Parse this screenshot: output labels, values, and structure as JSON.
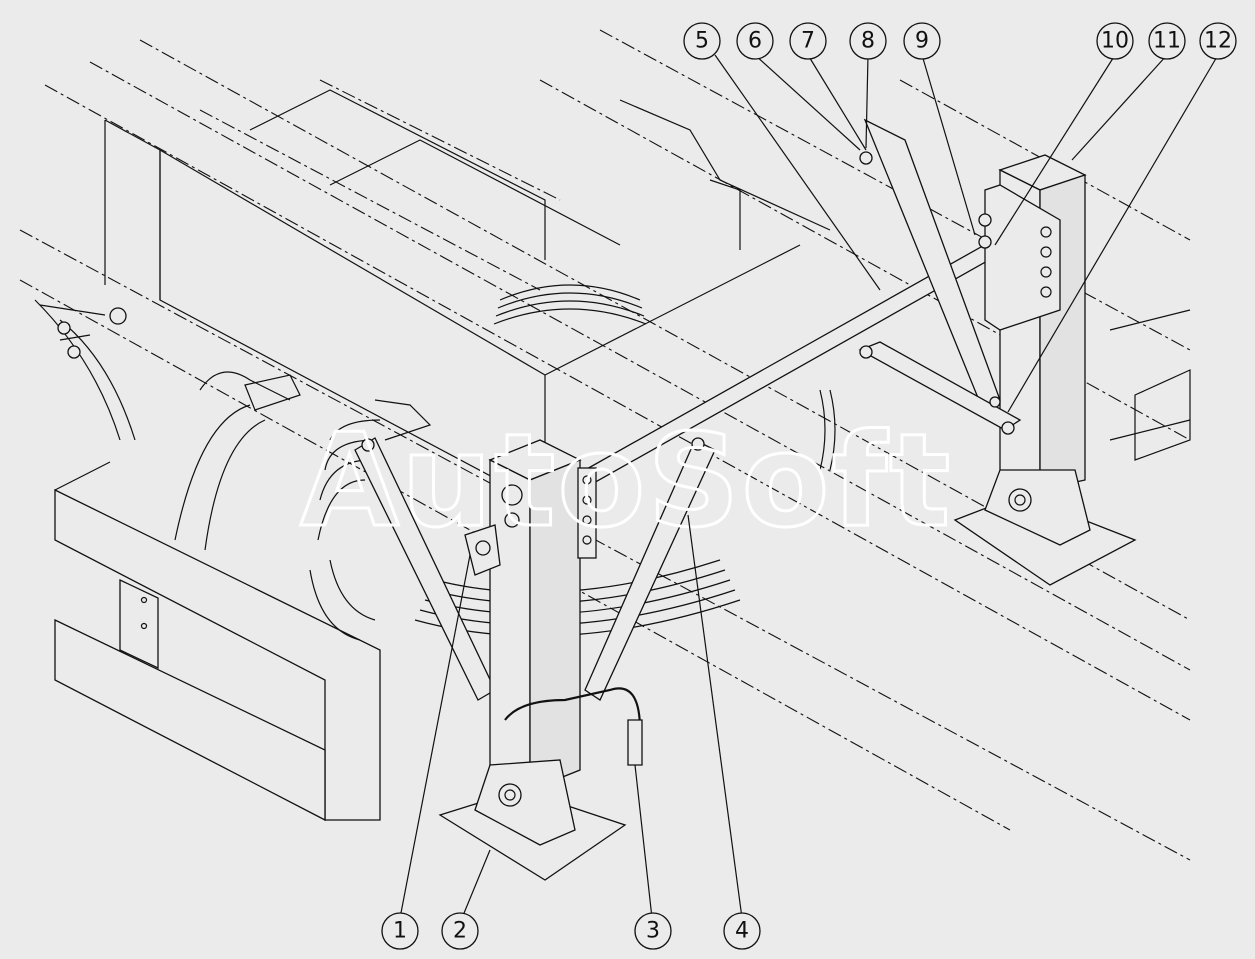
{
  "watermark": "AutoSoft",
  "callouts": [
    {
      "id": "callout-1",
      "label": "1"
    },
    {
      "id": "callout-2",
      "label": "2"
    },
    {
      "id": "callout-3",
      "label": "3"
    },
    {
      "id": "callout-4",
      "label": "4"
    },
    {
      "id": "callout-5",
      "label": "5"
    },
    {
      "id": "callout-6",
      "label": "6"
    },
    {
      "id": "callout-7",
      "label": "7"
    },
    {
      "id": "callout-8",
      "label": "8"
    },
    {
      "id": "callout-9",
      "label": "9"
    },
    {
      "id": "callout-10",
      "label": "10"
    },
    {
      "id": "callout-11",
      "label": "11"
    },
    {
      "id": "callout-12",
      "label": "12"
    }
  ],
  "colors": {
    "background": "#ebebeb",
    "line": "#111111",
    "watermark": "#ffffff"
  }
}
